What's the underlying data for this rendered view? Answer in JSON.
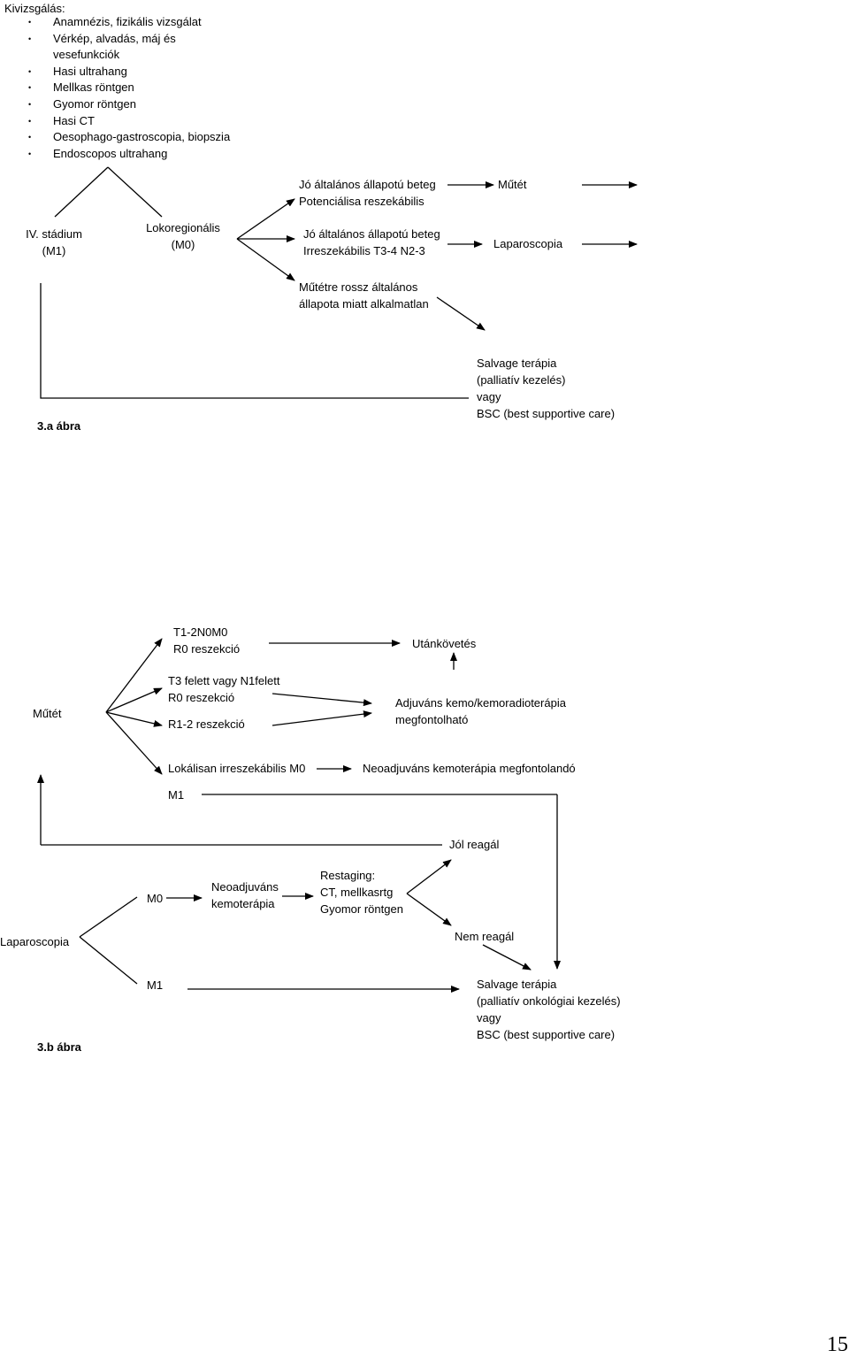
{
  "intro": {
    "title": "Kivizsgálás:",
    "items": [
      "Anamnézis, fizikális vizsgálat",
      "Vérkép, alvadás, máj és\nvesefunkciók",
      "Hasi ultrahang",
      "Mellkas röntgen",
      "Gyomor röntgen",
      "Hasi CT",
      "Oesophago-gastroscopia, biopszia",
      "Endoscopos ultrahang"
    ]
  },
  "fig_a": {
    "stage_iv": "IV. stádium\n(M1)",
    "locoregional": "Lokoregionális\n(M0)",
    "branch_resectable": "Jó általános állapotú beteg\nPotenciálisa reszekábilis",
    "branch_irresectable": "Jó általános állapotú beteg\nIrreszekábilis T3-4 N2-3",
    "branch_unfit": "Műtétre rossz általános\nállapota miatt alkalmatlan",
    "surgery": "Műtét",
    "laparoscopy": "Laparoscopia",
    "salvage": "Salvage terápia\n(palliatív kezelés)\nvagy\nBSC (best supportive care)",
    "caption": "3.a ábra"
  },
  "fig_b": {
    "surgery": "Műtét",
    "t12": "T1-2N0M0\nR0 reszekció",
    "followup": "Utánkövetés",
    "t3": "T3 felett vagy N1felett\nR0 reszekció",
    "r12": "R1-2 reszekció",
    "adjuvant": "Adjuváns kemo/kemoradioterápia\nmegfontolható",
    "local_irres": "Lokálisan irreszekábilis M0",
    "neoadj_consider": "Neoadjuváns kemoterápia megfontolandó",
    "m1_top": "M1",
    "good_response": "Jól reagál",
    "m0": "M0",
    "neoadj": "Neoadjuváns\nkemoterápia",
    "restaging": "Restaging:\nCT, mellkasrtg\nGyomor röntgen",
    "laparoscopy": "Laparoscopia",
    "no_response": "Nem reagál",
    "m1_bottom": "M1",
    "salvage": "Salvage terápia\n(palliatív onkológiai kezelés)\nvagy\nBSC (best supportive care)",
    "caption": "3.b ábra"
  },
  "page_number": "15"
}
